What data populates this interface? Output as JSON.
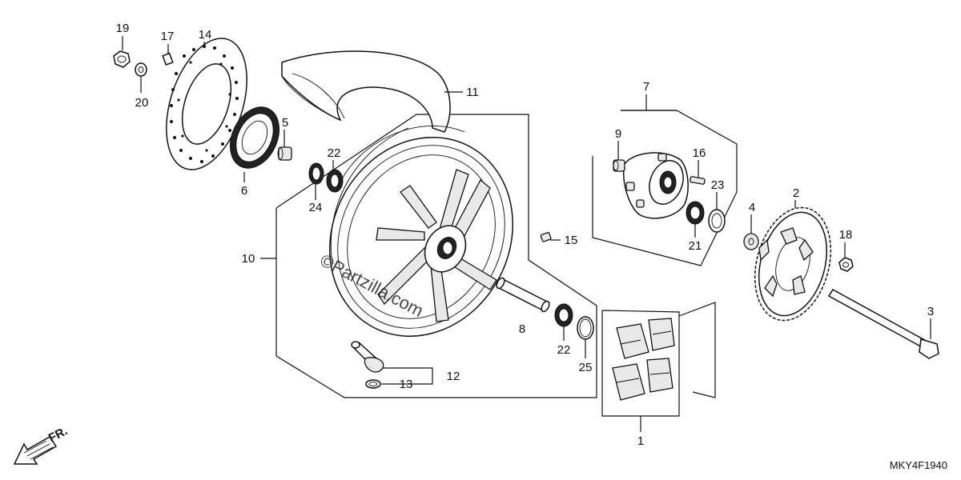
{
  "labels": {
    "p19": "19",
    "p17": "17",
    "p14": "14",
    "p20": "20",
    "p11": "11",
    "p5": "5",
    "p6": "6",
    "p22a": "22",
    "p24": "24",
    "p10": "10",
    "p7": "7",
    "p9": "9",
    "p16": "16",
    "p23": "23",
    "p21": "21",
    "p2": "2",
    "p4": "4",
    "p18": "18",
    "p15": "15",
    "p3": "3",
    "p8": "8",
    "p22b": "22",
    "p25": "25",
    "p12": "12",
    "p13": "13",
    "p1": "1"
  },
  "direction_label": "FR.",
  "diagram_code": "MKY4F1940",
  "watermark": "©Partzilla.com"
}
